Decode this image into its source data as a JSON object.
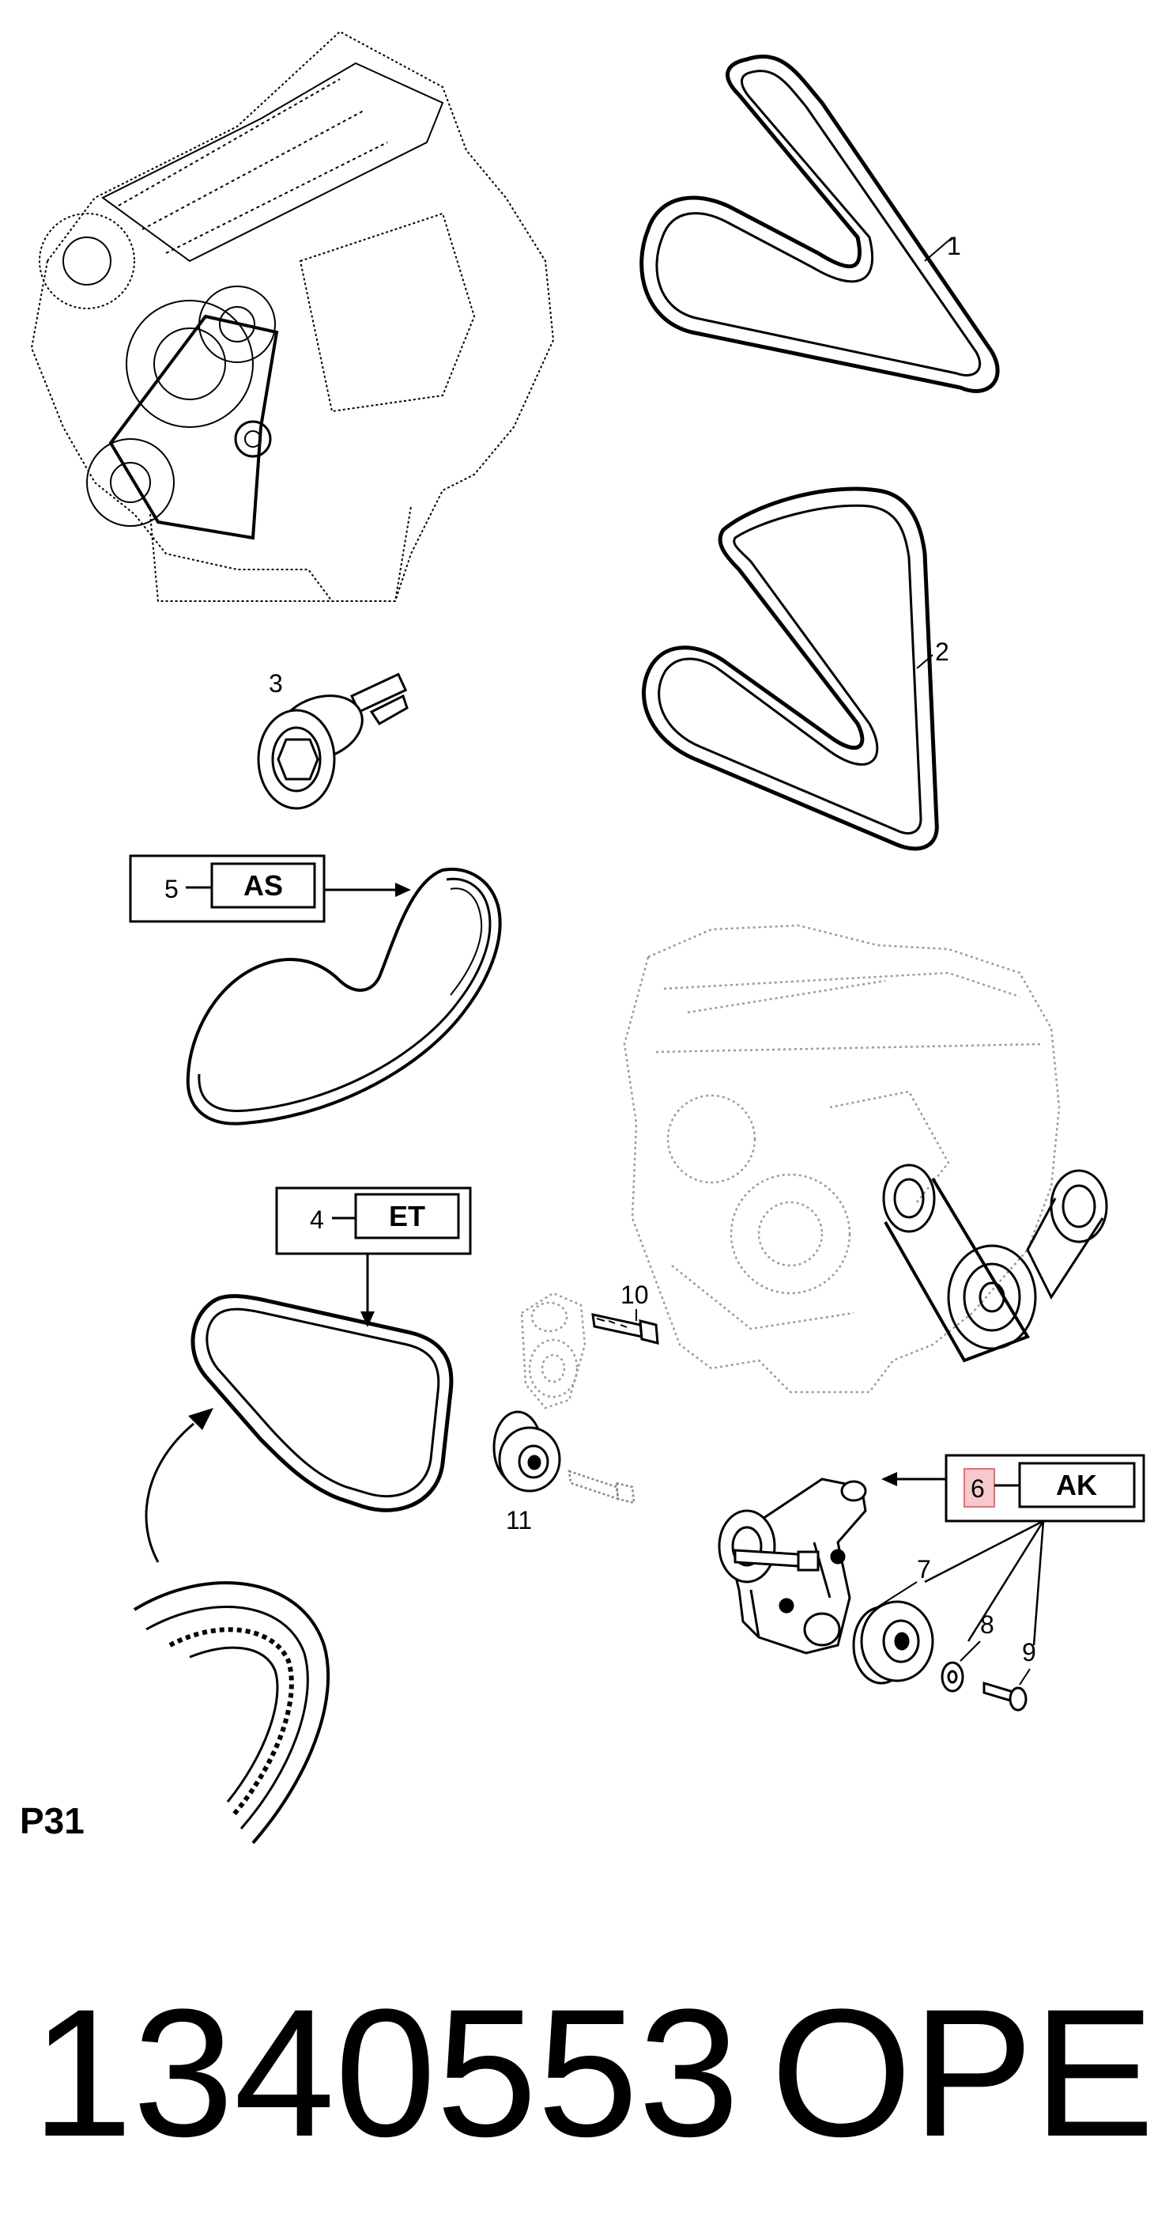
{
  "callouts": {
    "c1": "1",
    "c2": "2",
    "c3": "3",
    "c4": "4",
    "c5": "5",
    "c6": "6",
    "c7": "7",
    "c8": "8",
    "c9": "9",
    "c10": "10",
    "c11": "11"
  },
  "boxes": {
    "as": "AS",
    "et": "ET",
    "ak": "AK"
  },
  "page_code": "P31",
  "part_number": "1340553",
  "brand": "OPEL",
  "colors": {
    "line": "#000000",
    "dotted_engine": "#9a9a9a",
    "highlight_fill": "#f6c9cc",
    "highlight_stroke": "#e0707a"
  }
}
